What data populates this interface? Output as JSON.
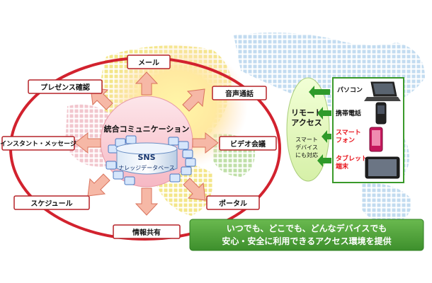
{
  "center": {
    "title": "統合コミュニケーション",
    "db_title": "SNS",
    "db_subtitle": "ナレッジデータベース"
  },
  "features": {
    "mail": "メール",
    "presence": "プレゼンス確認",
    "voice": "音声通話",
    "instant_message": "インスタント・メッセージ",
    "video": "ビデオ会議",
    "schedule": "スケジュール",
    "portal": "ポータル",
    "info_share": "情報共有"
  },
  "remote": {
    "title_line1": "リモート",
    "title_line2": "アクセス",
    "sub_line1": "スマート",
    "sub_line2": "デバイス",
    "sub_line3": "にも対応"
  },
  "devices": {
    "pc": "パソコン",
    "phone": "携帯電話",
    "smartphone_line1": "スマート",
    "smartphone_line2": "フォン",
    "tablet_line1": "タブレット",
    "tablet_line2": "端末"
  },
  "banner": {
    "line1": "いつでも、どこでも、どんなデバイスでも",
    "line2": "安心・安全に利用できるアクセス環境を提供"
  },
  "colors": {
    "ellipse": "#d2222e",
    "box_border": "#b52328",
    "arrow_fill": "#f6b8a6",
    "arrow_stroke": "#d9735c",
    "green_border": "#3a9a2a",
    "green_arrow": "#2f9a2a",
    "banner_fill": "#4ea23a",
    "accent_red": "#e8141c"
  }
}
